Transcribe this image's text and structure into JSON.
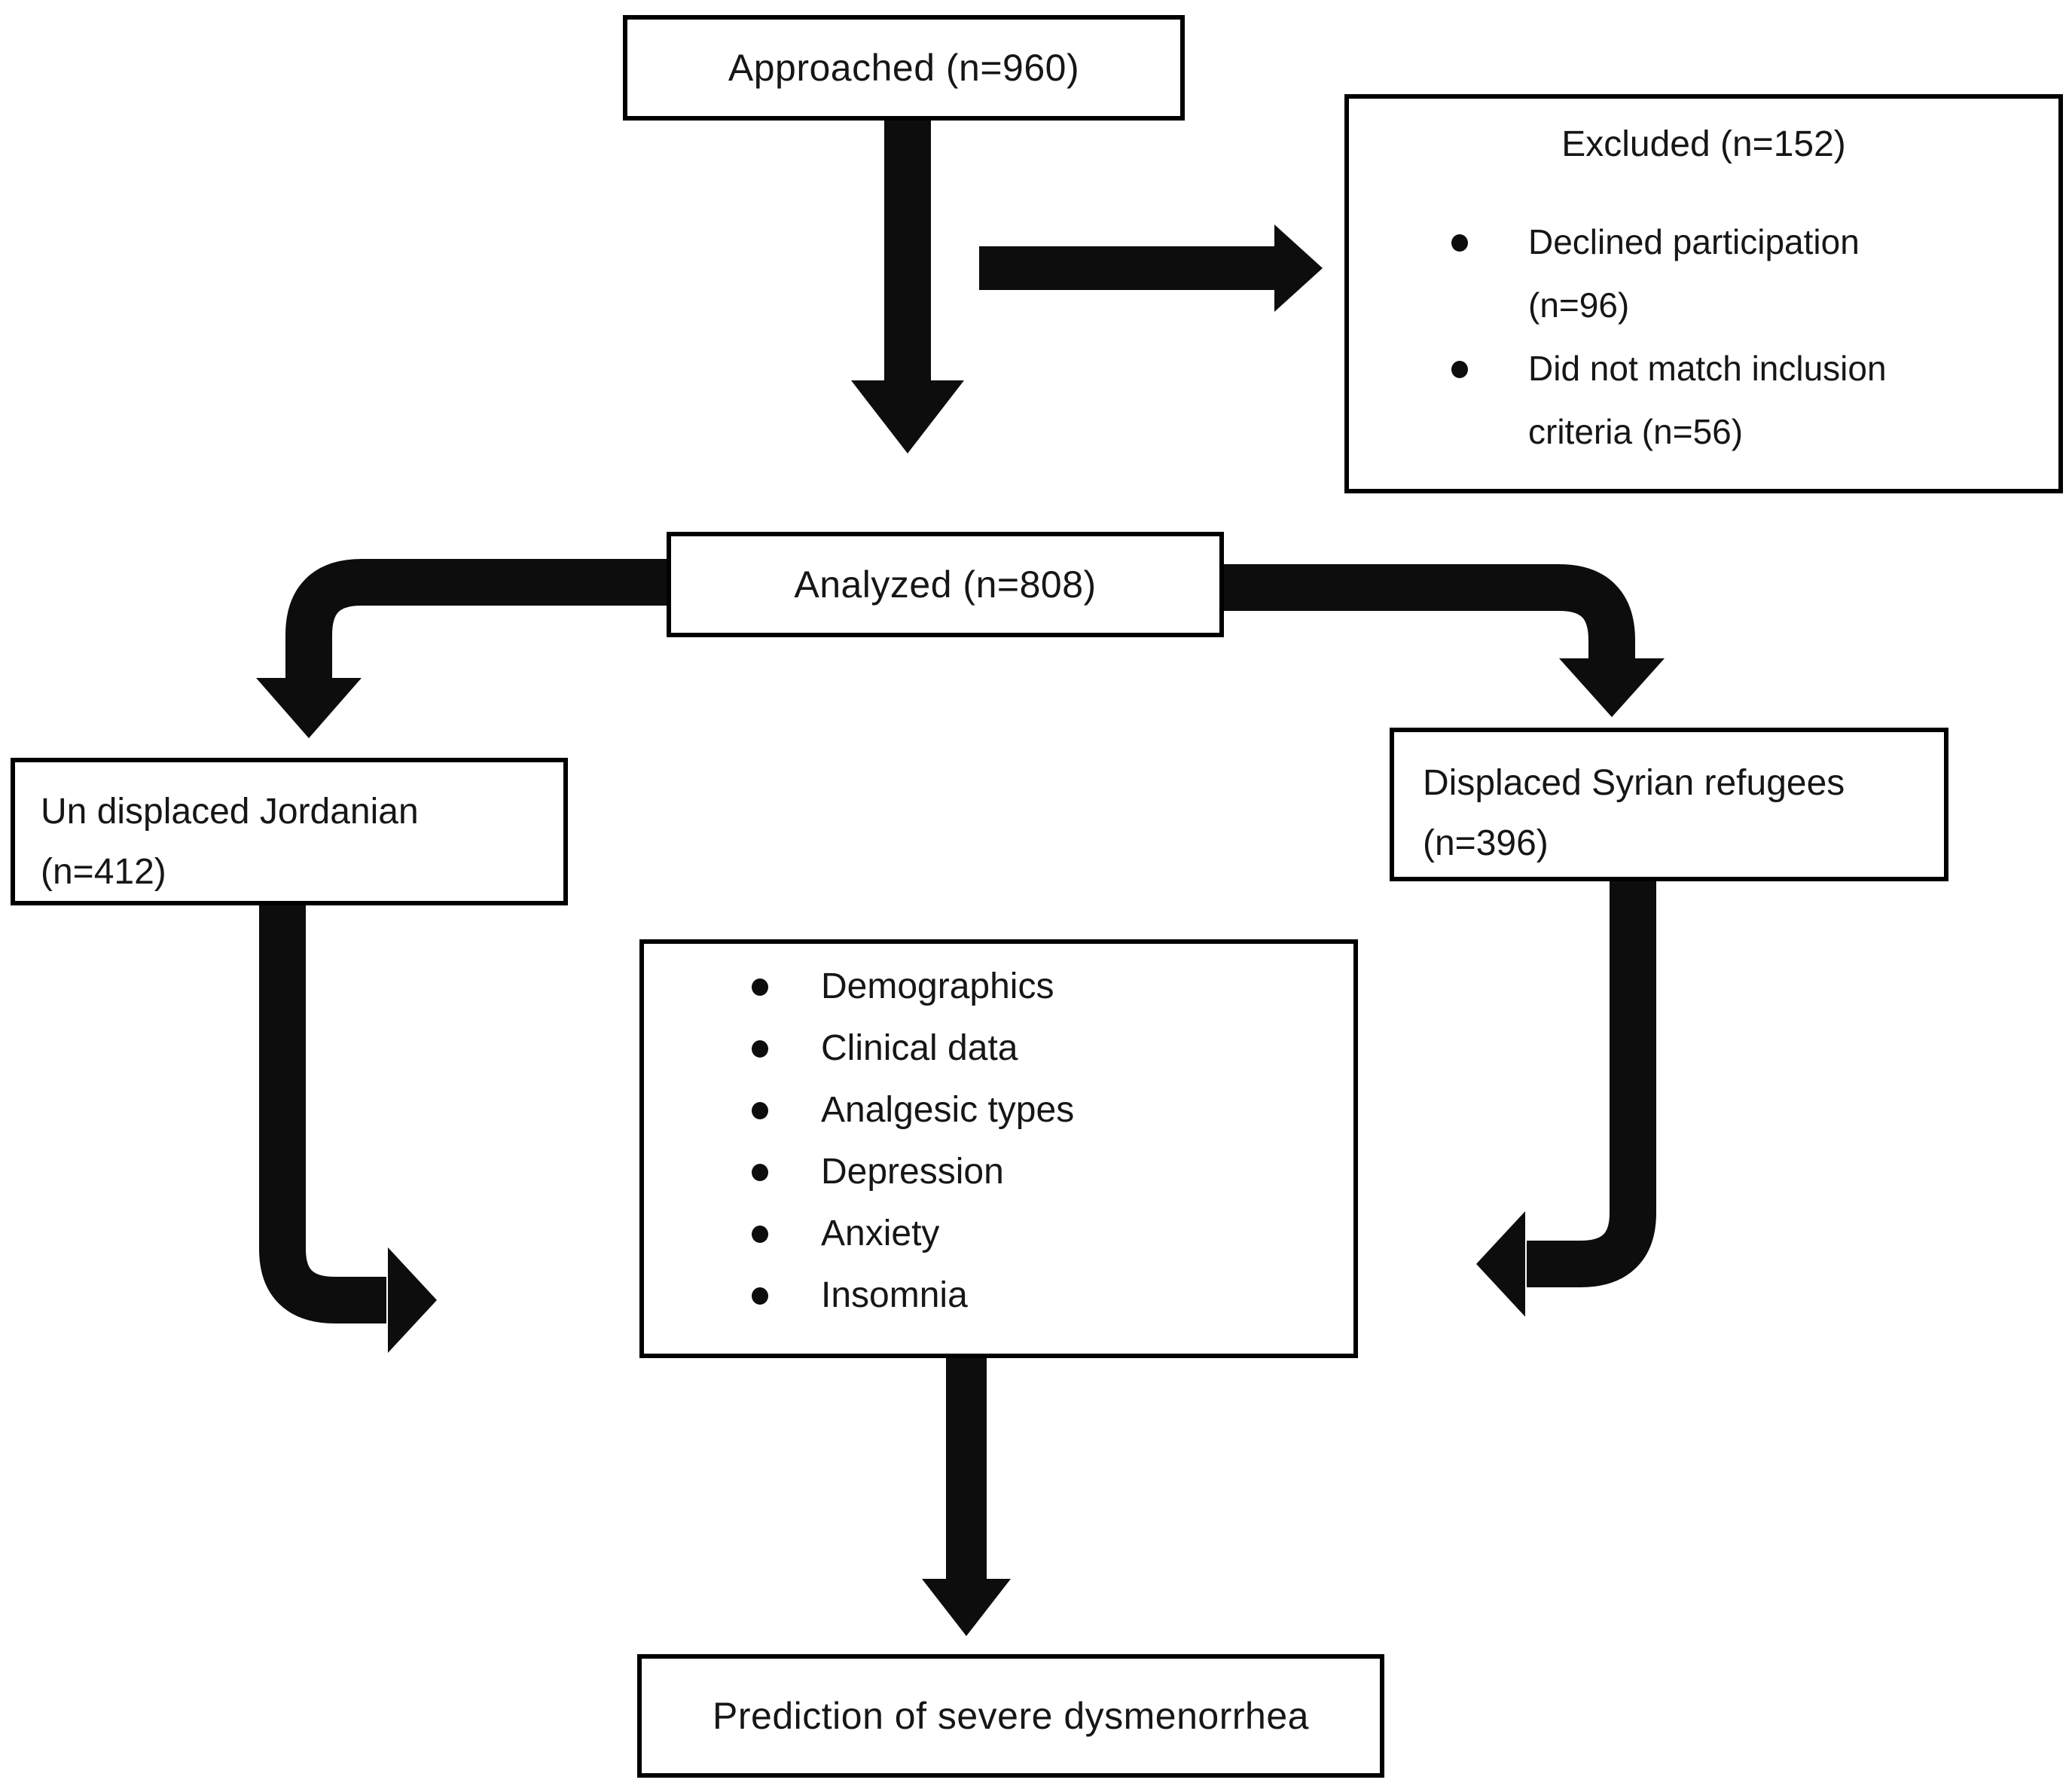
{
  "figure": {
    "type": "participant-flow-diagram",
    "background_color": "#ffffff",
    "box_border_color": "#000000",
    "arrow_color": "#0d0d0d",
    "text_color": "#161616"
  },
  "boxes": {
    "approached": {
      "label": "Approached (n=960)"
    },
    "excluded": {
      "title": "Excluded (n=152)",
      "items": [
        "Declined participation (n=96)",
        "Did not match inclusion criteria (n=56)"
      ]
    },
    "analyzed": {
      "label": "Analyzed (n=808)"
    },
    "undisplaced_jordanian": {
      "line1": "Un displaced Jordanian",
      "line2": "(n=412)"
    },
    "displaced_syrian": {
      "line1": "Displaced Syrian refugees",
      "line2": "(n=396)"
    },
    "assessments": {
      "items": [
        "Demographics",
        "Clinical data",
        "Analgesic types",
        "Depression",
        "Anxiety",
        "Insomnia"
      ]
    },
    "prediction": {
      "label": "Prediction of severe dysmenorrhea"
    }
  },
  "connections": [
    {
      "from": "approached",
      "to": "analyzed",
      "direction": "down"
    },
    {
      "from": "approached",
      "to": "excluded",
      "direction": "right"
    },
    {
      "from": "analyzed",
      "to": "undisplaced_jordanian",
      "direction": "left-down"
    },
    {
      "from": "analyzed",
      "to": "displaced_syrian",
      "direction": "right-down"
    },
    {
      "from": "undisplaced_jordanian",
      "to": "assessments",
      "direction": "down-right"
    },
    {
      "from": "displaced_syrian",
      "to": "assessments",
      "direction": "down-left"
    },
    {
      "from": "assessments",
      "to": "prediction",
      "direction": "down"
    }
  ]
}
